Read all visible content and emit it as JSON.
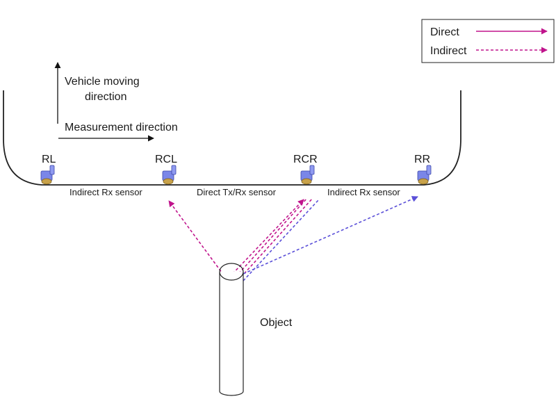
{
  "legend": {
    "direct_label": "Direct",
    "indirect_label": "Indirect",
    "direct_color": "#c0148c",
    "indirect_color": "#c0148c"
  },
  "vehicle": {
    "moving_direction_line1": "Vehicle moving",
    "moving_direction_line2": "direction",
    "measurement_direction": "Measurement direction"
  },
  "sensors": {
    "rl": "RL",
    "rcl": "RCL",
    "rcr": "RCR",
    "rr": "RR",
    "body_color": "#7a86e8",
    "tip_color": "#c8a24a"
  },
  "segments": {
    "left": "Indirect Rx sensor",
    "middle": "Direct Tx/Rx sensor",
    "right": "Indirect Rx sensor"
  },
  "paths": {
    "magenta": "#c0148c",
    "blue": "#5a4fd8"
  },
  "object": {
    "label": "Object"
  }
}
